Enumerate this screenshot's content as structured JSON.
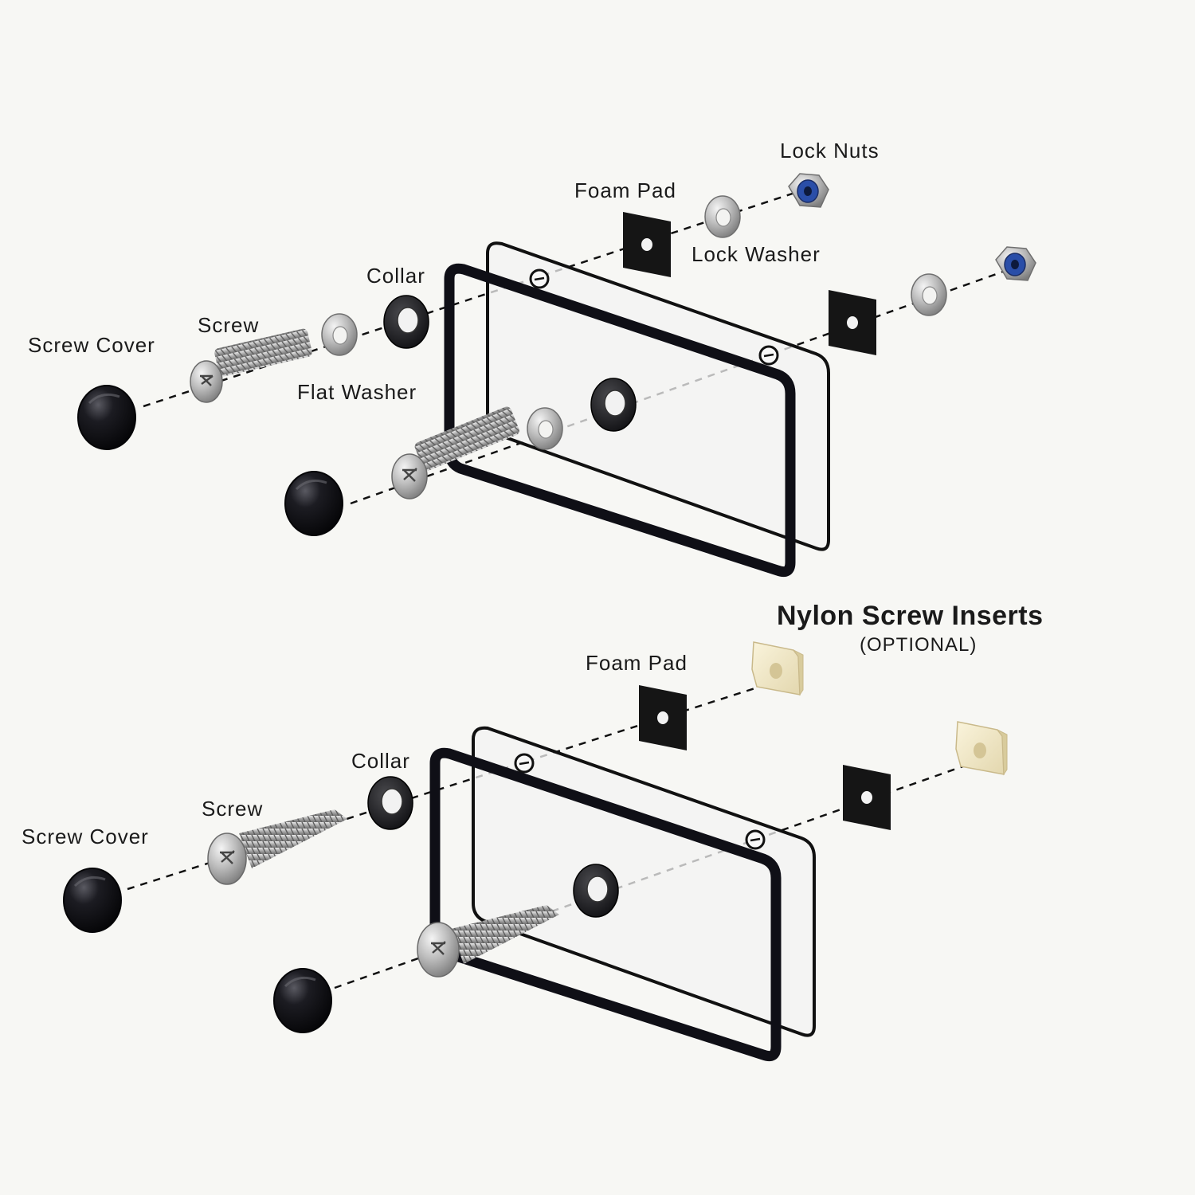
{
  "top_assembly": {
    "labels": {
      "lock_nuts": "Lock Nuts",
      "foam_pad": "Foam Pad",
      "lock_washer": "Lock Washer",
      "collar": "Collar",
      "screw": "Screw",
      "screw_cover": "Screw Cover",
      "flat_washer": "Flat Washer"
    }
  },
  "bottom_assembly": {
    "title": "Nylon Screw Inserts",
    "subtitle": "(OPTIONAL)",
    "labels": {
      "foam_pad": "Foam Pad",
      "collar": "Collar",
      "screw": "Screw",
      "screw_cover": "Screw Cover"
    }
  },
  "colors": {
    "frame": "#0f0f16",
    "acrylic": "#f3f3f3",
    "foam": "#151515",
    "steel": "#c2c2c2",
    "nylon_insert": "#efe6c4",
    "nut_insert": "#2a4ea8",
    "background": "#f7f7f4"
  }
}
